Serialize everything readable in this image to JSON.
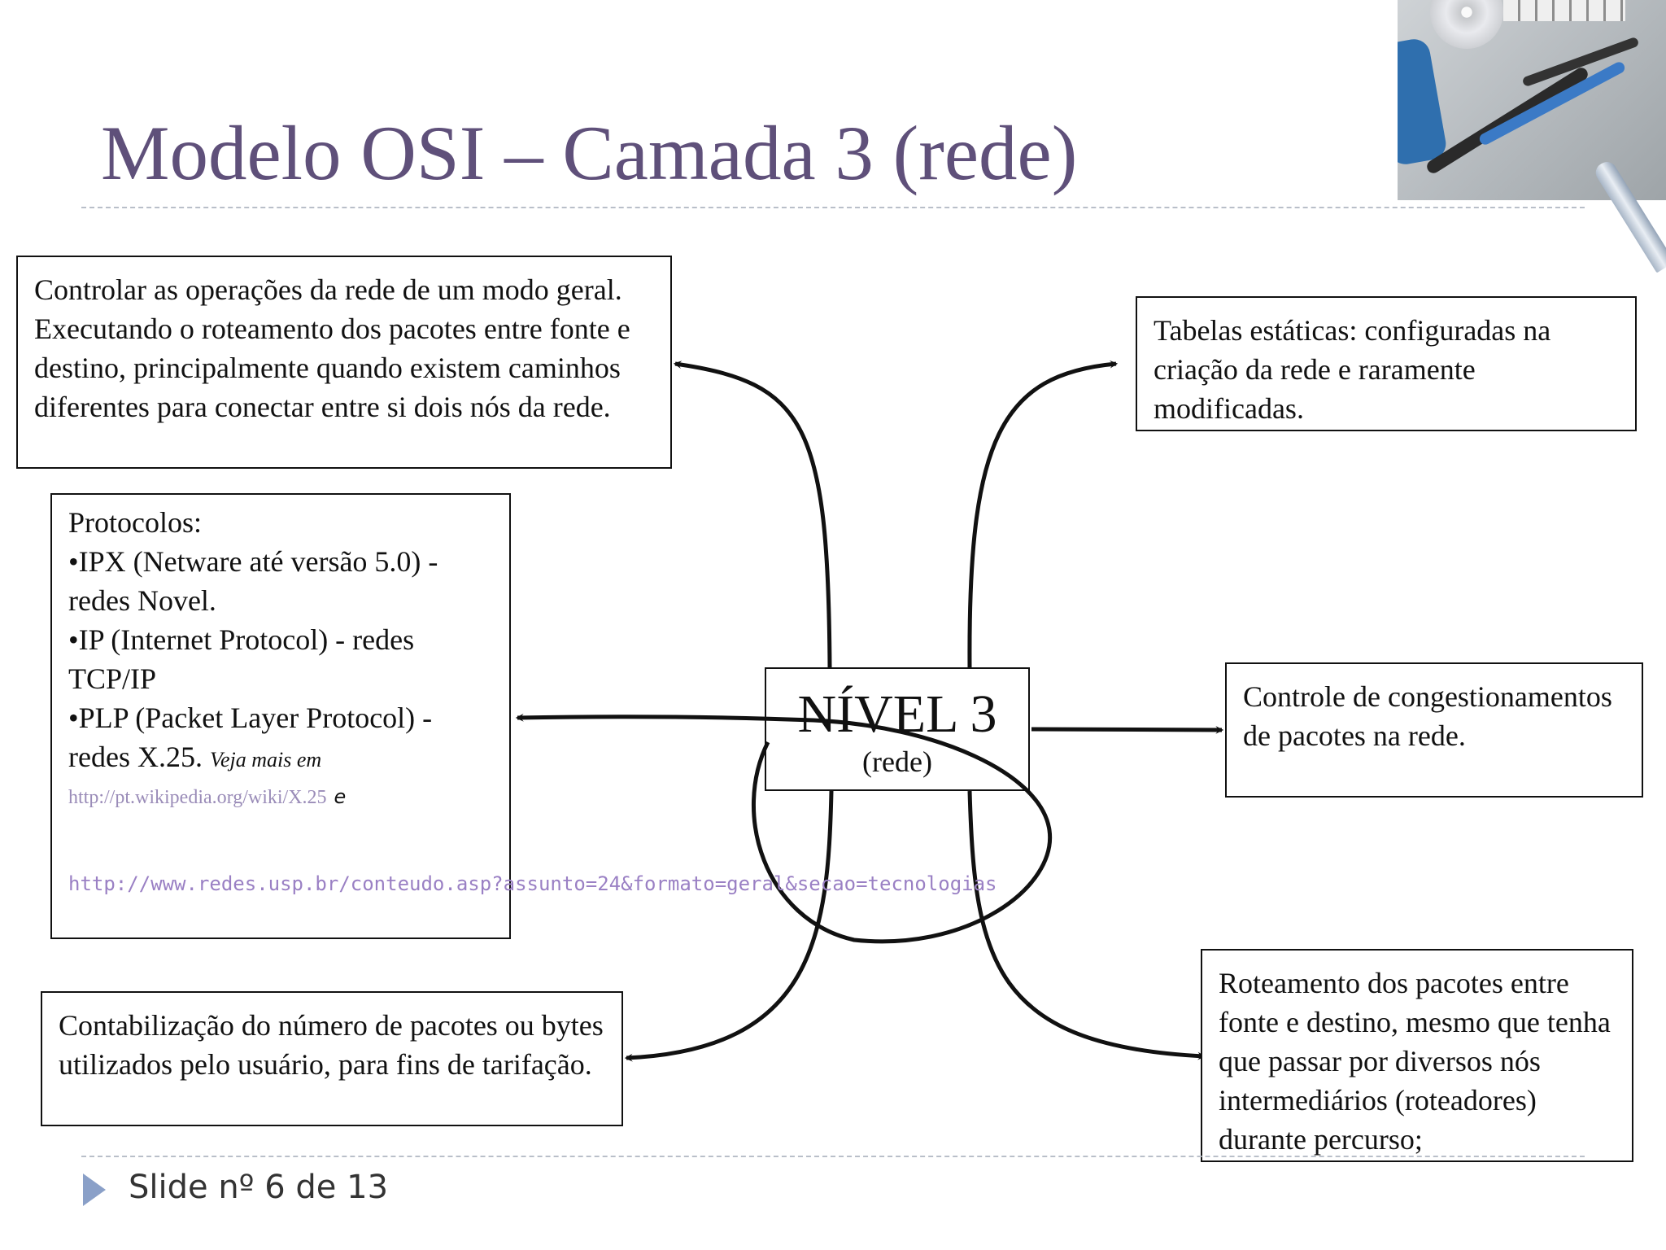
{
  "slide": {
    "title": "Modelo OSI – Camada 3 (rede)",
    "footer": "Slide nº 6 de 13"
  },
  "center": {
    "title": "NÍVEL 3",
    "subtitle": "(rede)"
  },
  "boxes": {
    "controlar": "Controlar as operações da rede de um modo geral. Executando o roteamento dos pacotes entre fonte e destino, principalmente quando existem caminhos diferentes para conectar entre si dois nós da rede.",
    "tabelas": "Tabelas estáticas: configuradas na criação da rede e raramente modificadas.",
    "controle": "Controle de congestionamentos de pacotes na rede.",
    "contabilizacao": "Contabilização do número de pacotes ou bytes utilizados pelo usuário, para fins de tarifação.",
    "roteamento": "Roteamento dos pacotes entre fonte e destino, mesmo que tenha que passar por diversos nós intermediários (roteadores) durante percurso;"
  },
  "protocolos": {
    "heading": "Protocolos:",
    "ipx": "•IPX (Netware até versão 5.0) - redes Novel.",
    "ip": "•IP (Internet Protocol) - redes TCP/IP",
    "plp": "•PLP (Packet Layer Protocol) - redes X.25.",
    "veja": "Veja mais em",
    "link1": "http://pt.wikipedia.org/wiki/X.25",
    "e": "e",
    "link2": "http://www.redes.usp.br/conteudo.asp?assunto=24&formato=geral&secao=tecnologias"
  },
  "colors": {
    "title": "#5f507a",
    "link": "#9a80c4",
    "footer_marker": "#8aa0c8"
  }
}
